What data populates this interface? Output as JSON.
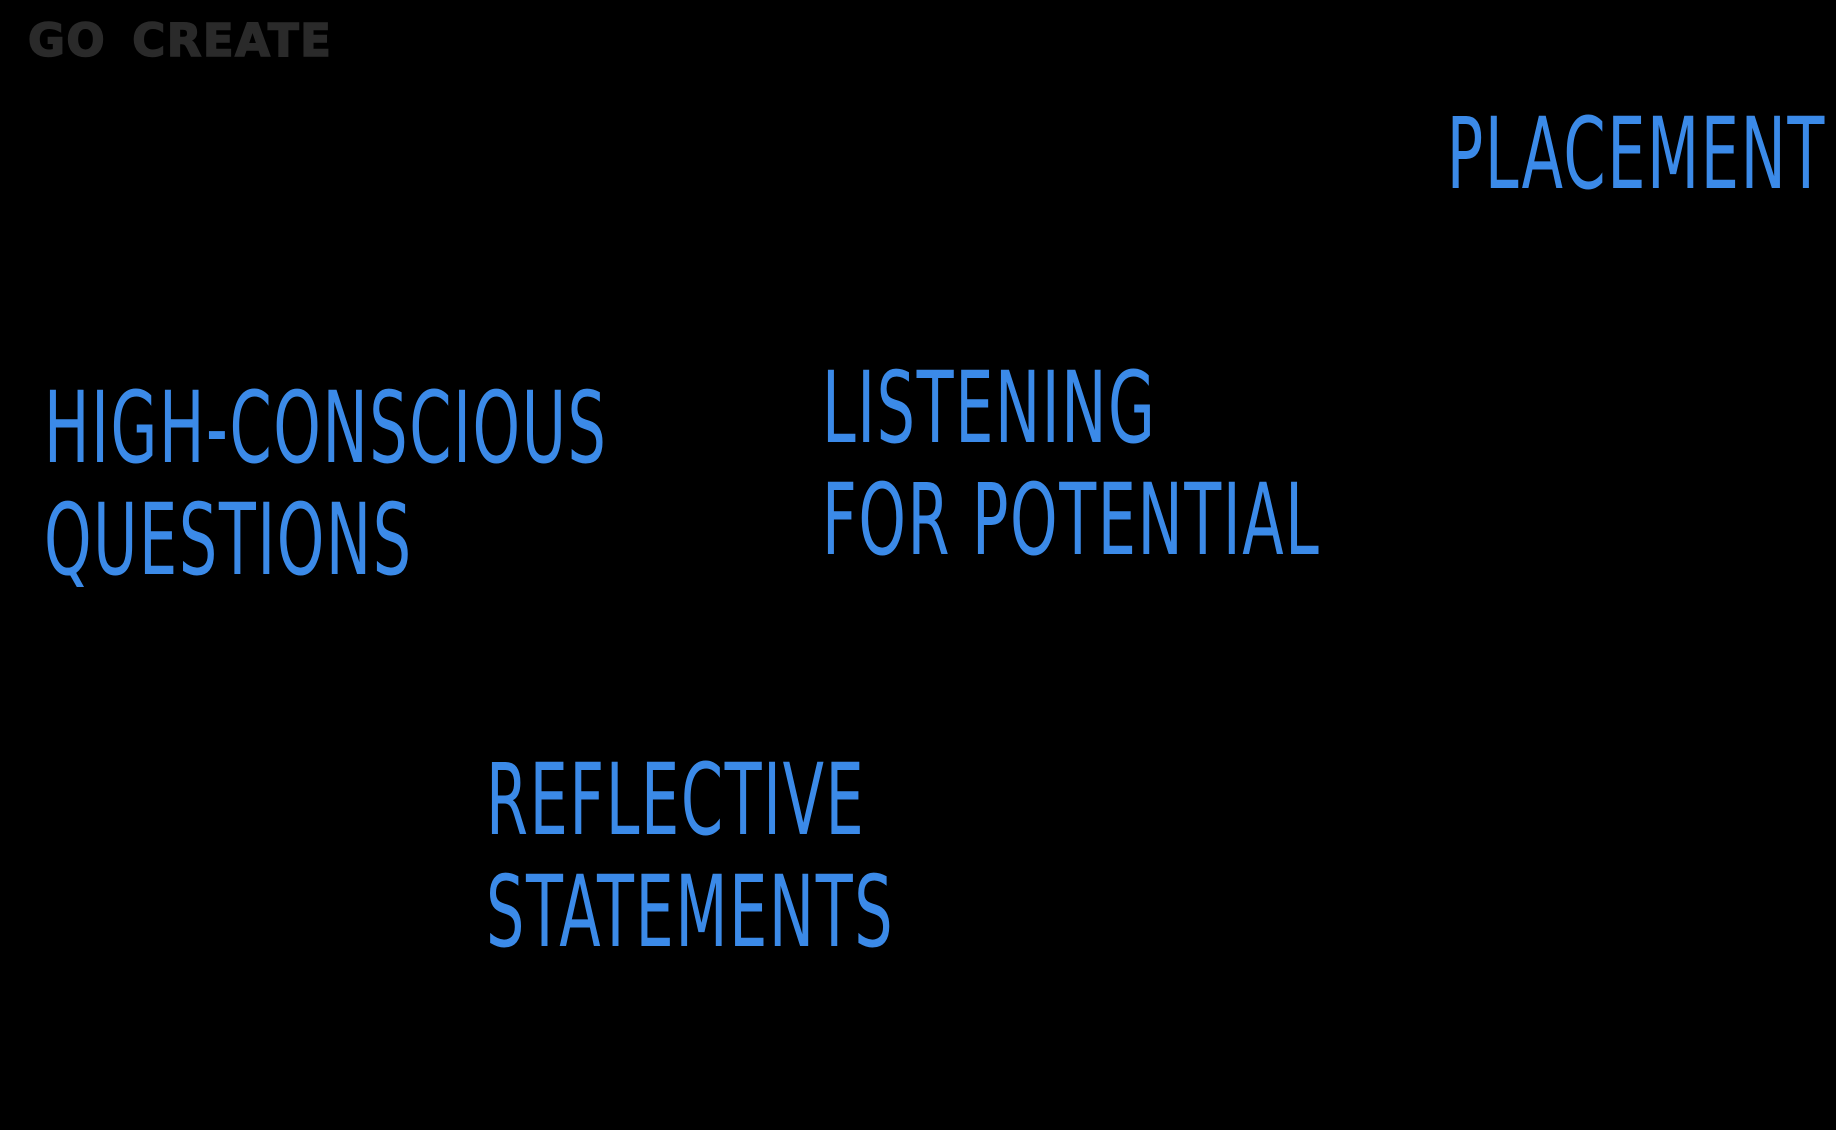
{
  "slide": {
    "background_color": "#000000",
    "accent_color": "#3b8ae8",
    "logo_color": "#2a2a2a"
  },
  "brand": {
    "word_one": "GO",
    "word_two": "CREATE"
  },
  "labels": {
    "placement": {
      "line1": "PLACEMENT"
    },
    "high_conscious_questions": {
      "line1": "HIGH-CONSCIOUS",
      "line2": "QUESTIONS"
    },
    "listening_for_potential": {
      "line1": "LISTENING",
      "line2": "FOR POTENTIAL"
    },
    "reflective_statements": {
      "line1": "REFLECTIVE",
      "line2": "STATEMENTS"
    }
  }
}
